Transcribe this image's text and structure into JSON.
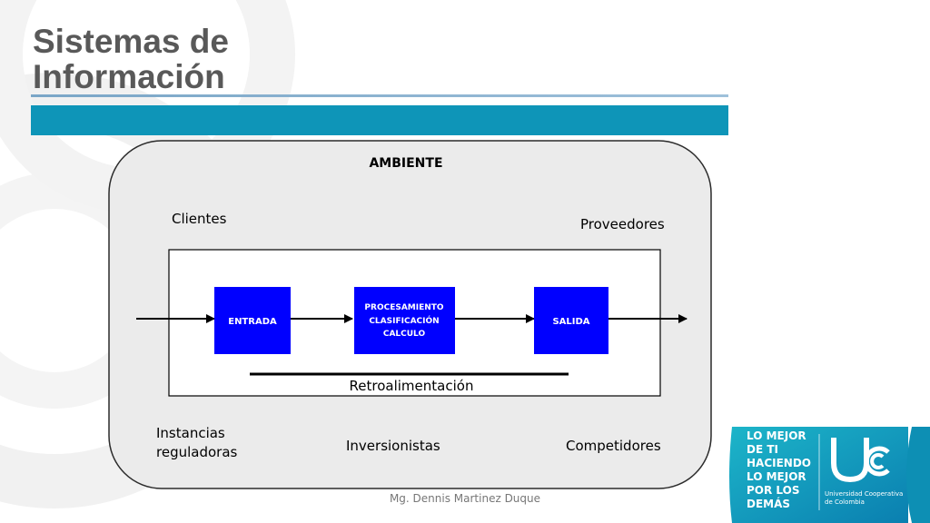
{
  "slide": {
    "title_line1": "Sistemas de",
    "title_line2": "Información",
    "footer": "Mg. Dennis Martinez Duque"
  },
  "diagram": {
    "environment_label": "AMBIENTE",
    "stakeholders": {
      "clients": "Clientes",
      "suppliers": "Proveedores",
      "regulators_line1": "Instancias",
      "regulators_line2": "reguladoras",
      "investors": "Inversionistas",
      "competitors": "Competidores"
    },
    "stages": {
      "input": "ENTRADA",
      "process_line1": "PROCESAMIENTO",
      "process_line2": "CLASIFICACIÓN",
      "process_line3": "CALCULO",
      "output": "SALIDA"
    },
    "feedback": "Retroalimentación"
  },
  "logo": {
    "slogan": [
      "LO MEJOR",
      "DE TI",
      "HACIENDO",
      "LO MEJOR",
      "POR LOS",
      "DEMÁS"
    ],
    "institution_line1": "Universidad Cooperativa",
    "institution_line2": "de Colombia"
  },
  "colors": {
    "accent_bar": "#0e95b8",
    "process_box": "#0000ff",
    "title_text": "#595959",
    "environment_fill": "#ebebeb"
  },
  "icons": [
    "flow-arrow-icon",
    "ucc-logo-icon"
  ]
}
